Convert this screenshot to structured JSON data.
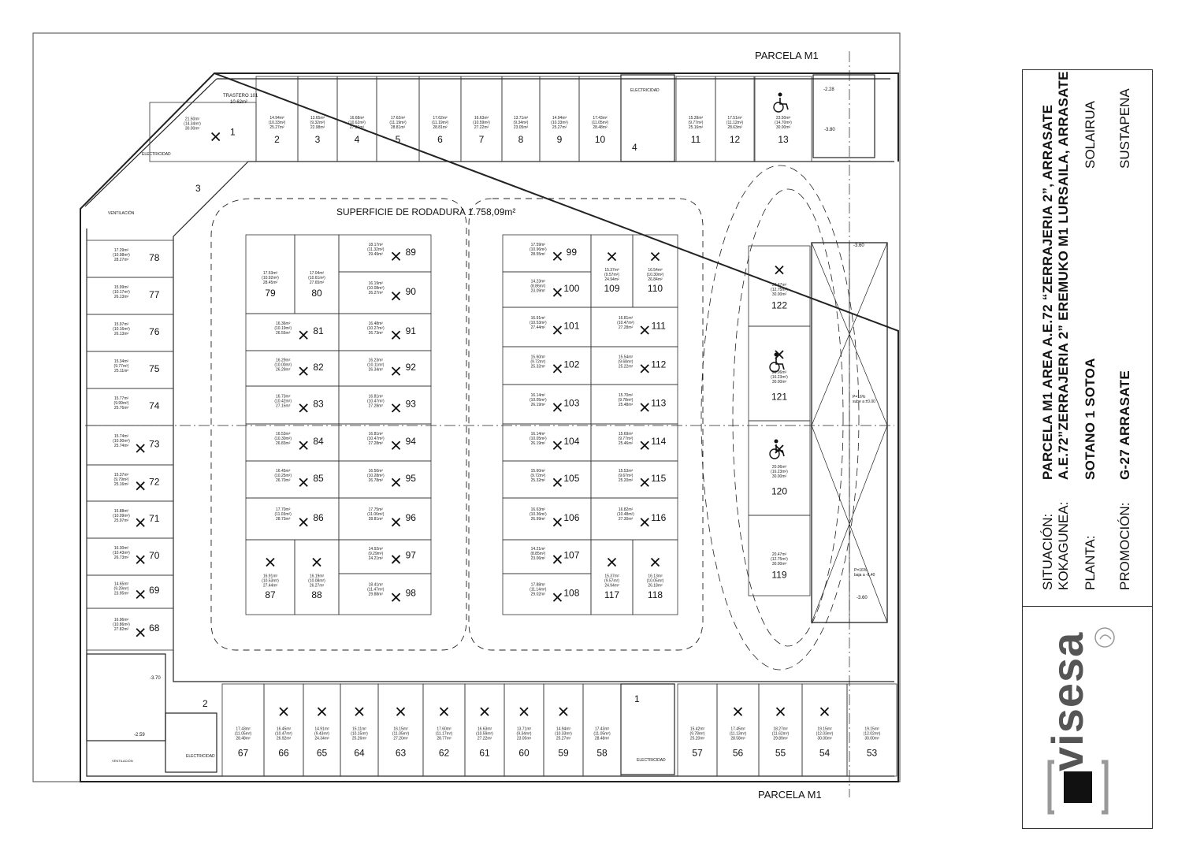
{
  "plan": {
    "parcel_top": "PARCELA M1",
    "parcel_bottom": "PARCELA M1",
    "surface_label": "SUPERFICIE DE RODADURA 1.758,09m²",
    "ramp_up": "P=16%\nsube a ±0.00",
    "ramp_down": "P=16%\nbaja a -6.40",
    "level_marks": [
      "-2.28",
      "-3.80",
      "-3.70",
      "-2.59",
      "-3.60",
      "-3.60"
    ],
    "rooms": {
      "trastero": "TRASTERO 101",
      "trastero_area": "10.62m²",
      "electricidad": "ELECTRICIDAD",
      "ventilacion": "VENTILACIÓN"
    },
    "stairs": [
      "1",
      "2",
      "3",
      "4"
    ],
    "spaces": [
      {
        "n": "1",
        "a": "21.50m²\n(14.34m²)\n30.00m²",
        "x": true
      },
      {
        "n": "2",
        "a": "14.94m²\n(10.33m²)\n25.27m²",
        "x": false
      },
      {
        "n": "3",
        "a": "13.65m²\n(9.32m²)\n22.98m²",
        "x": false
      },
      {
        "n": "4",
        "a": "16.68m²\n(10.62m²)\n27.30m²",
        "x": false
      },
      {
        "n": "5",
        "a": "17.62m²\n(11.19m²)\n28.81m²",
        "x": false
      },
      {
        "n": "6",
        "a": "17.62m²\n(11.19m²)\n28.81m²",
        "x": false
      },
      {
        "n": "7",
        "a": "16.63m²\n(10.59m²)\n27.22m²",
        "x": false
      },
      {
        "n": "8",
        "a": "13.71m²\n(9.34m²)\n23.05m²",
        "x": false
      },
      {
        "n": "9",
        "a": "14.94m²\n(10.33m²)\n25.27m²",
        "x": false
      },
      {
        "n": "10",
        "a": "17.43m²\n(11.05m²)\n28.48m²",
        "x": false
      },
      {
        "n": "11",
        "a": "15.39m²\n(9.77m²)\n25.16m²",
        "x": false
      },
      {
        "n": "12",
        "a": "17.51m²\n(11.12m²)\n28.63m²",
        "x": false
      },
      {
        "n": "13",
        "a": "23.50m²\n(14.70m²)\n30.00m²",
        "x": false
      },
      {
        "n": "53",
        "a": "19.15m²\n(12.02m²)\n30.00m²",
        "x": false
      },
      {
        "n": "54",
        "a": "19.15m²\n(12.03m²)\n30.00m²",
        "x": true
      },
      {
        "n": "55",
        "a": "18.27m²\n(11.62m²)\n29.89m²",
        "x": true
      },
      {
        "n": "56",
        "a": "17.45m²\n(11.13m²)\n28.58m²",
        "x": true
      },
      {
        "n": "57",
        "a": "15.42m²\n(9.78m²)\n25.20m²",
        "x": false
      },
      {
        "n": "58",
        "a": "17.43m²\n(11.05m²)\n28.48m²",
        "x": false
      },
      {
        "n": "59",
        "a": "14.94m²\n(10.33m²)\n25.27m²",
        "x": true
      },
      {
        "n": "60",
        "a": "13.71m²\n(9.34m²)\n23.05m²",
        "x": true
      },
      {
        "n": "61",
        "a": "16.63m²\n(10.59m²)\n27.22m²",
        "x": true
      },
      {
        "n": "62",
        "a": "17.60m²\n(11.17m²)\n28.77m²",
        "x": true
      },
      {
        "n": "63",
        "a": "16.15m²\n(11.05m²)\n27.20m²",
        "x": true
      },
      {
        "n": "64",
        "a": "15.11m²\n(10.15m²)\n25.26m²",
        "x": true
      },
      {
        "n": "65",
        "a": "14.91m²\n(9.43m²)\n24.34m²",
        "x": true
      },
      {
        "n": "66",
        "a": "16.45m²\n(10.47m²)\n26.92m²",
        "x": true
      },
      {
        "n": "67",
        "a": "17.43m²\n(11.05m²)\n28.48m²",
        "x": false
      },
      {
        "n": "68",
        "a": "16.96m²\n(10.86m²)\n27.82m²",
        "x": true
      },
      {
        "n": "69",
        "a": "14.65m²\n(9.29m²)\n23.95m²",
        "x": true
      },
      {
        "n": "70",
        "a": "16.30m²\n(10.43m²)\n26.73m²",
        "x": true
      },
      {
        "n": "71",
        "a": "15.88m²\n(10.09m²)\n25.97m²",
        "x": true
      },
      {
        "n": "72",
        "a": "15.37m²\n(9.79m²)\n25.16m²",
        "x": true
      },
      {
        "n": "73",
        "a": "15.74m²\n(10.00m²)\n25.74m²",
        "x": true
      },
      {
        "n": "74",
        "a": "15.77m²\n(9.99m²)\n25.76m²",
        "x": false
      },
      {
        "n": "75",
        "a": "15.34m²\n(9.77m²)\n25.11m²",
        "x": false
      },
      {
        "n": "76",
        "a": "15.97m²\n(10.16m²)\n26.13m²",
        "x": false
      },
      {
        "n": "77",
        "a": "15.99m²\n(10.17m²)\n26.13m²",
        "x": false
      },
      {
        "n": "78",
        "a": "17.29m²\n(10.98m²)\n28.27m²",
        "x": false
      },
      {
        "n": "79",
        "a": "17.53m²\n(10.92m²)\n28.45m²",
        "x": false
      },
      {
        "n": "80",
        "a": "17.04m²\n(10.61m²)\n27.65m²",
        "x": false
      },
      {
        "n": "81",
        "a": "16.36m²\n(10.19m²)\n26.55m²",
        "x": true
      },
      {
        "n": "82",
        "a": "16.29m²\n(10.00m²)\n26.29m²",
        "x": true
      },
      {
        "n": "83",
        "a": "16.73m²\n(10.42m²)\n27.15m²",
        "x": true
      },
      {
        "n": "84",
        "a": "16.53m²\n(10.30m²)\n26.83m²",
        "x": true
      },
      {
        "n": "85",
        "a": "16.45m²\n(10.25m²)\n26.70m²",
        "x": true
      },
      {
        "n": "86",
        "a": "17.70m²\n(11.03m²)\n28.73m²",
        "x": true
      },
      {
        "n": "87",
        "a": "16.91m²\n(10.53m²)\n27.44m²",
        "x": true
      },
      {
        "n": "88",
        "a": "16.19m²\n(10.08m²)\n26.27m²",
        "x": true
      },
      {
        "n": "89",
        "a": "18.17m²\n(11.32m²)\n29.49m²",
        "x": true
      },
      {
        "n": "90",
        "a": "16.19m²\n(10.08m²)\n26.27m²",
        "x": true
      },
      {
        "n": "91",
        "a": "16.48m²\n(10.27m²)\n26.73m²",
        "x": true
      },
      {
        "n": "92",
        "a": "16.23m²\n(10.11m²)\n26.34m²",
        "x": true
      },
      {
        "n": "93",
        "a": "16.81m²\n(10.47m²)\n27.28m²",
        "x": true
      },
      {
        "n": "94",
        "a": "16.81m²\n(10.47m²)\n27.28m²",
        "x": true
      },
      {
        "n": "95",
        "a": "16.50m²\n(10.28m²)\n26.78m²",
        "x": true
      },
      {
        "n": "96",
        "a": "17.75m²\n(11.06m²)\n28.81m²",
        "x": true
      },
      {
        "n": "97",
        "a": "14.92m²\n(9.29m²)\n24.21m²",
        "x": true
      },
      {
        "n": "98",
        "a": "18.41m²\n(11.47m²)\n29.88m²",
        "x": true
      },
      {
        "n": "99",
        "a": "17.59m²\n(10.96m²)\n28.55m²",
        "x": true
      },
      {
        "n": "100",
        "a": "14.23m²\n(8.86m²)\n23.09m²",
        "x": true
      },
      {
        "n": "101",
        "a": "16.91m²\n(10.53m²)\n27.44m²",
        "x": true
      },
      {
        "n": "102",
        "a": "15.60m²\n(9.72m²)\n25.32m²",
        "x": true
      },
      {
        "n": "103",
        "a": "16.14m²\n(10.05m²)\n26.19m²",
        "x": true
      },
      {
        "n": "104",
        "a": "16.14m²\n(10.05m²)\n26.19m²",
        "x": true
      },
      {
        "n": "105",
        "a": "15.60m²\n(9.72m²)\n25.32m²",
        "x": true
      },
      {
        "n": "106",
        "a": "16.63m²\n(10.36m²)\n26.99m²",
        "x": true
      },
      {
        "n": "107",
        "a": "14.21m²\n(8.85m²)\n23.06m²",
        "x": true
      },
      {
        "n": "108",
        "a": "17.88m²\n(11.14m²)\n29.02m²",
        "x": true
      },
      {
        "n": "109",
        "a": "15.37m²\n(9.57m²)\n24.94m²",
        "x": true
      },
      {
        "n": "110",
        "a": "16.54m²\n(10.30m²)\n26.84m²",
        "x": true
      },
      {
        "n": "111",
        "a": "16.81m²\n(10.47m²)\n27.28m²",
        "x": true
      },
      {
        "n": "112",
        "a": "15.54m²\n(9.68m²)\n25.22m²",
        "x": true
      },
      {
        "n": "113",
        "a": "15.70m²\n(9.78m²)\n25.48m²",
        "x": true
      },
      {
        "n": "114",
        "a": "15.69m²\n(9.77m²)\n25.46m²",
        "x": true
      },
      {
        "n": "115",
        "a": "15.53m²\n(9.67m²)\n25.20m²",
        "x": true
      },
      {
        "n": "116",
        "a": "16.82m²\n(10.48m²)\n27.30m²",
        "x": true
      },
      {
        "n": "117",
        "a": "15.37m²\n(9.57m²)\n24.94m²",
        "x": true
      },
      {
        "n": "118",
        "a": "16.13m²\n(10.05m²)\n26.18m²",
        "x": true
      },
      {
        "n": "119",
        "a": "20.47m²\n(12.75m²)\n30.00m²",
        "x": false
      },
      {
        "n": "120",
        "a": "20.06m²\n(16.23m²)\n30.00m²",
        "x": true
      },
      {
        "n": "121",
        "a": "20.06m²\n(16.23m²)\n30.00m²",
        "x": true
      },
      {
        "n": "122",
        "a": "20.47m²\n(12.75m²)\n30.00m²",
        "x": true
      }
    ]
  },
  "title_block": {
    "situacion_label": "SITUACIÓN:",
    "situacion_value": "PARCELA M1 AREA A.E.72 “ZERRAJERIA 2”, ARRASATE",
    "kokagunea_label": "KOKAGUNEA:",
    "kokagunea_value": "A.E.72”ZERRAJERIA 2” EREMUKO M1 LURSAILA, ARRASATE",
    "planta_label": "PLANTA:",
    "planta_value": "SOTANO 1 SOTOA",
    "planta_right": "SOLAIRUA",
    "promocion_label": "PROMOCIÓN:",
    "promocion_value": "G-27  ARRASATE",
    "promocion_right": "SUSTAPENA",
    "brand": "visesa"
  }
}
